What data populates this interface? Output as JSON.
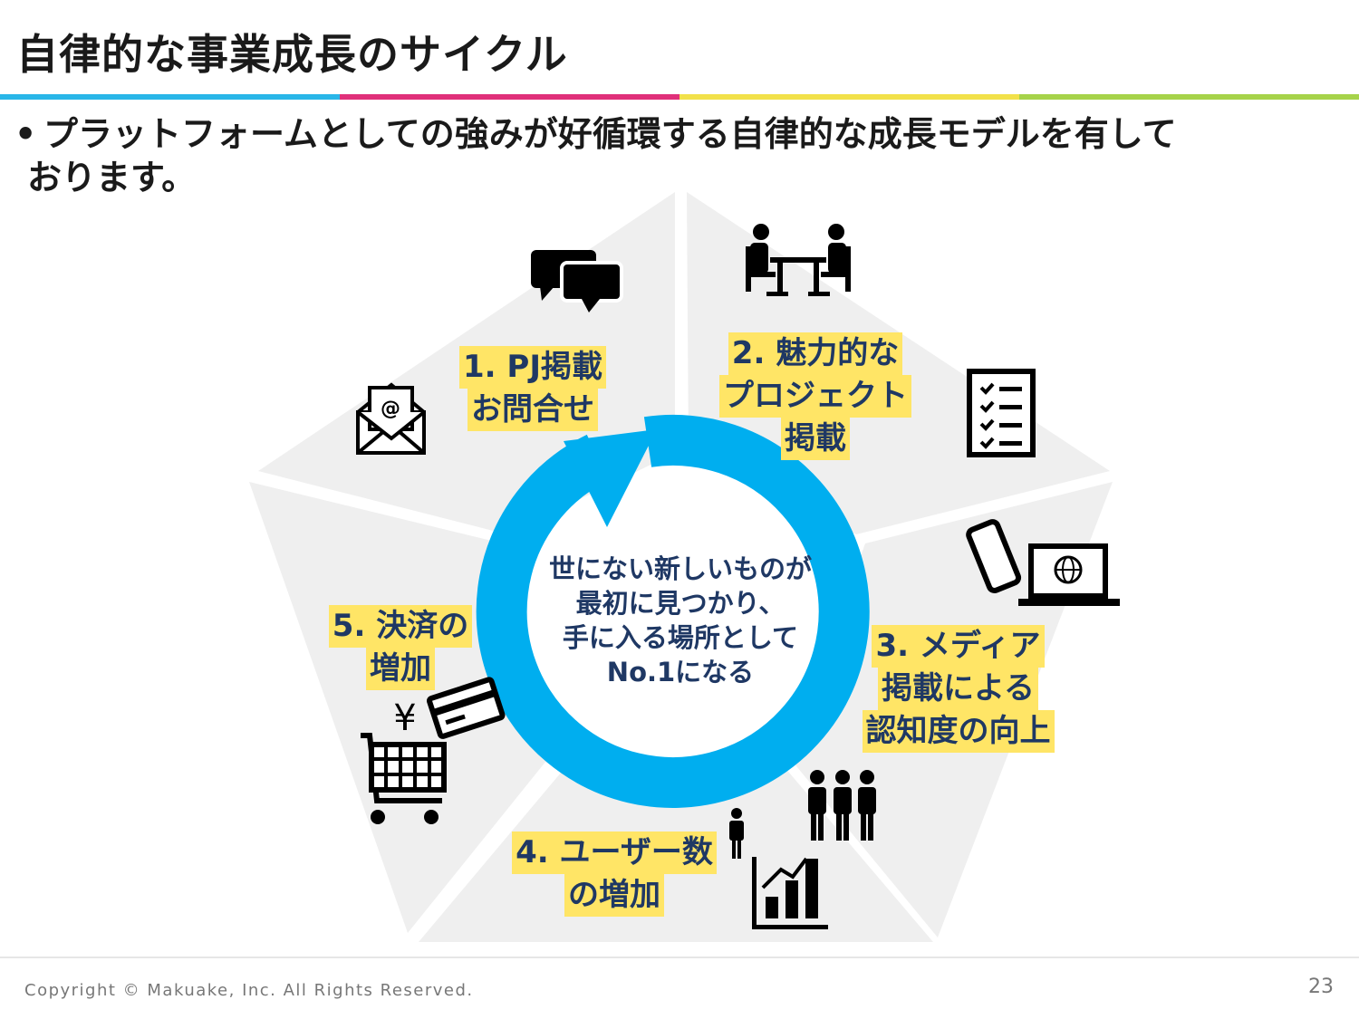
{
  "title": "自律的な事業成長のサイクル",
  "accent_colors": [
    "#29b6e8",
    "#e0307a",
    "#f2e14a",
    "#a6d34a"
  ],
  "bullet": {
    "marker": "•",
    "line1": "プラットフォームとしての強みが好循環する自律的な成長モデルを有して",
    "line2": "おります。"
  },
  "cycle": {
    "center_lines": [
      "世にない新しいものが",
      "最初に見つかり、",
      "手に入る場所として",
      "No.1になる"
    ],
    "ring_color": "#00aeef",
    "label_highlight": "#ffe566",
    "label_text_color": "#1f3864",
    "steps": [
      {
        "lines": [
          "1. PJ掲載",
          "お問合せ"
        ],
        "icons": [
          "chat-bubbles-icon",
          "email-icon"
        ]
      },
      {
        "lines": [
          "2. 魅力的な",
          "プロジェクト",
          "掲載"
        ],
        "icons": [
          "meeting-icon",
          "checklist-icon"
        ]
      },
      {
        "lines": [
          "3. メディア",
          "掲載による",
          "認知度の向上"
        ],
        "icons": [
          "smartphone-icon",
          "laptop-globe-icon"
        ]
      },
      {
        "lines": [
          "4. ユーザー数",
          "の増加"
        ],
        "icons": [
          "person-icon",
          "people-group-icon",
          "growth-chart-icon"
        ]
      },
      {
        "lines": [
          "5. 決済の",
          "増加"
        ],
        "icons": [
          "yen-icon",
          "credit-card-icon",
          "shopping-cart-icon"
        ]
      }
    ]
  },
  "icon_glyphs": {
    "yen": "¥",
    "at": "@"
  },
  "footer": {
    "copyright": "Copyright © Makuake, Inc. All Rights Reserved.",
    "page": "23"
  }
}
